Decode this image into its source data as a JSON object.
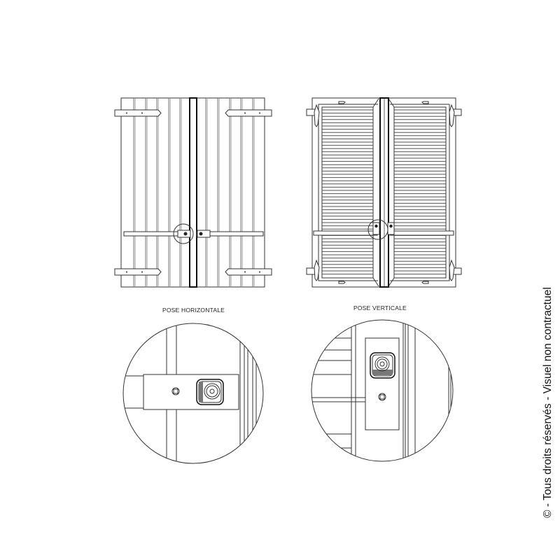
{
  "labels": {
    "horizontal": "POSE HORIZONTALE",
    "vertical": "POSE VERTICALE"
  },
  "copyright": "© - Tous droits réservés - Visuel non contractuel",
  "colors": {
    "line": "#333333",
    "background": "#ffffff"
  }
}
